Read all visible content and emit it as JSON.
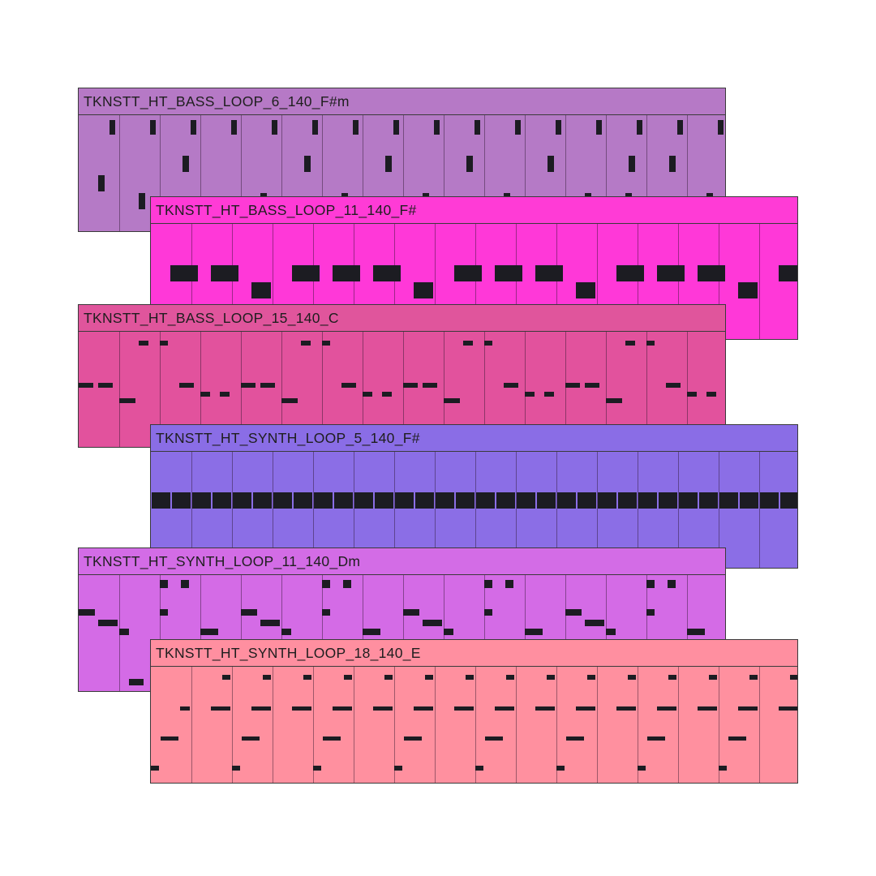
{
  "clips": [
    {
      "id": "bass6",
      "name": "TKNSTT_HT_BASS_LOOP_6_140_F#m",
      "color": "#b57ac6",
      "header_color": "#b679c6",
      "notes_pattern": "bass6"
    },
    {
      "id": "bass11",
      "name": "TKNSTT_HT_BASS_LOOP_11_140_F#",
      "color": "#ff38d8",
      "header_color": "#ff3bd6",
      "notes_pattern": "bass11"
    },
    {
      "id": "bass15",
      "name": "TKNSTT_HT_BASS_LOOP_15_140_C",
      "color": "#e2529d",
      "header_color": "#e0559c",
      "notes_pattern": "bass15"
    },
    {
      "id": "synth5",
      "name": "TKNSTT_HT_SYNTH_LOOP_5_140_F#",
      "color": "#8b6ee6",
      "header_color": "#8a6de6",
      "notes_pattern": "synth5"
    },
    {
      "id": "synth11",
      "name": "TKNSTT_HT_SYNTH_LOOP_11_140_Dm",
      "color": "#d46be6",
      "header_color": "#d36ce6",
      "notes_pattern": "synth11"
    },
    {
      "id": "synth18",
      "name": "TKNSTT_HT_SYNTH_LOOP_18_140_E",
      "color": "#ff909f",
      "header_color": "#ff8fa0",
      "notes_pattern": "synth18"
    }
  ]
}
